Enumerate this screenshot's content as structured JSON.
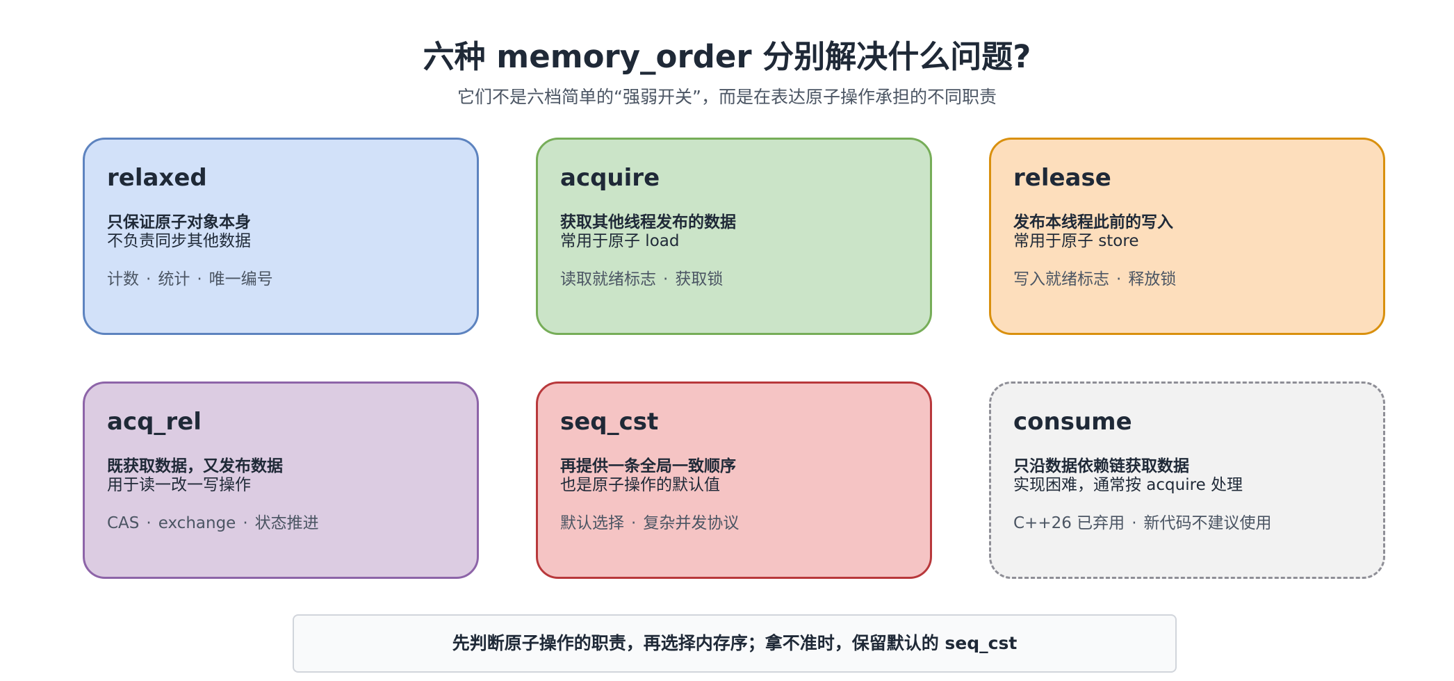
{
  "title": "六种 memory_order 分别解决什么问题?",
  "subtitle": "它们不是六档简单的“强弱开关”，而是在表达原子操作承担的不同职责",
  "cards": [
    {
      "name": "relaxed",
      "headline": "只保证原子对象本身",
      "desc": "不负责同步其他数据",
      "tags": [
        "计数",
        "统计",
        "唯一编号"
      ],
      "fill": "#d2e1f9",
      "border": "#5d83bf",
      "dashed": false
    },
    {
      "name": "acquire",
      "headline": "获取其他线程发布的数据",
      "desc": "常用于原子 load",
      "tags": [
        "读取就绪标志",
        "获取锁"
      ],
      "fill": "#cbe4c8",
      "border": "#76ad58",
      "dashed": false
    },
    {
      "name": "release",
      "headline": "发布本线程此前的写入",
      "desc": "常用于原子 store",
      "tags": [
        "写入就绪标志",
        "释放锁"
      ],
      "fill": "#fddebc",
      "border": "#d9900e",
      "dashed": false
    },
    {
      "name": "acq_rel",
      "headline": "既获取数据，又发布数据",
      "desc": "用于读一改一写操作",
      "tags": [
        "CAS",
        "exchange",
        "状态推进"
      ],
      "fill": "#dccce2",
      "border": "#8d64a8",
      "dashed": false
    },
    {
      "name": "seq_cst",
      "headline": "再提供一条全局一致顺序",
      "desc": "也是原子操作的默认值",
      "tags": [
        "默认选择",
        "复杂并发协议"
      ],
      "fill": "#f5c4c4",
      "border": "#b8383b",
      "dashed": false
    },
    {
      "name": "consume",
      "headline": "只沿数据依赖链获取数据",
      "desc": "实现困难，通常按 acquire 处理",
      "tags": [
        "C++26 已弃用",
        "新代码不建议使用"
      ],
      "fill": "#f2f2f2",
      "border": "#8e8e96",
      "dashed": true
    }
  ],
  "tag_separator": "·",
  "footer": "先判断原子操作的职责，再选择内存序；拿不准时，保留默认的 seq_cst"
}
